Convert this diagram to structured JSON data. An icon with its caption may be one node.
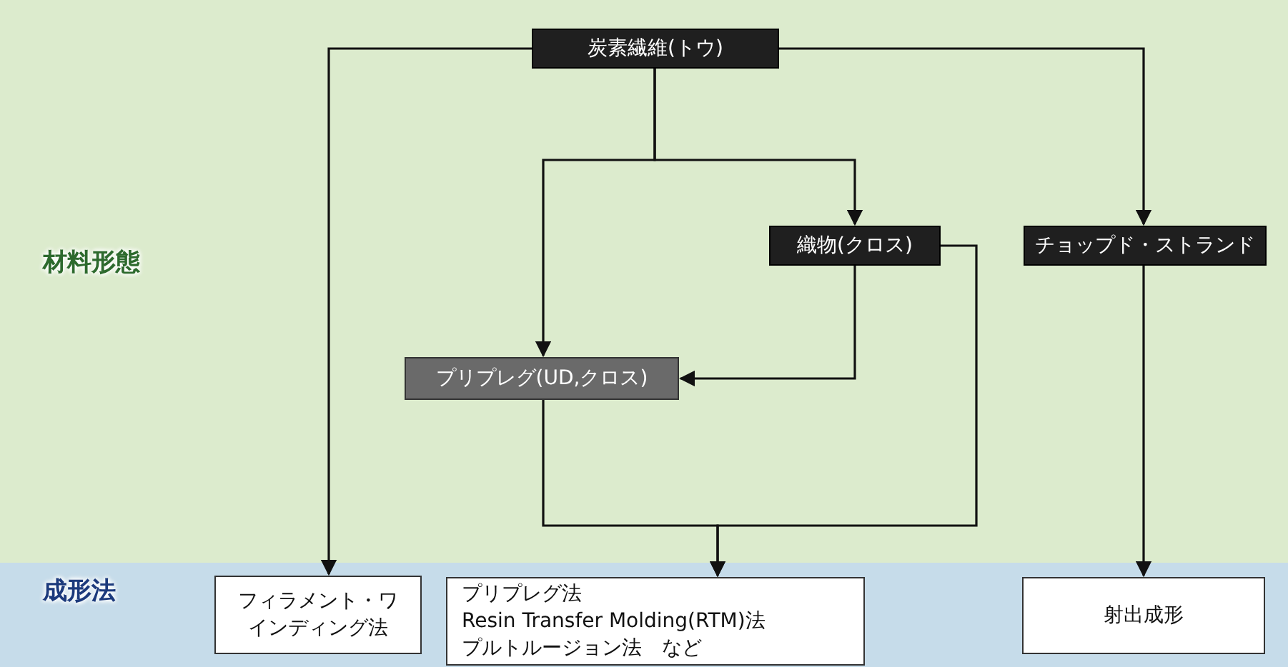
{
  "diagram": {
    "nodes": [
      {
        "text": [
          "炭素繊維(トウ)"
        ]
      },
      {
        "text": [
          "織物(クロス)"
        ]
      },
      {
        "text": [
          "チョップド・ストランド"
        ]
      },
      {
        "text": [
          "プリプレグ(UD,クロス)"
        ]
      },
      {
        "text": [
          "フィラメント・ワインディング法"
        ]
      },
      {
        "text": [
          "プリプレグ法",
          "Resin Transfer Molding(RTM)法",
          "プルトルージョン法　など"
        ]
      },
      {
        "text": [
          "射出成形"
        ]
      }
    ],
    "edges": [
      {
        "from": 0,
        "to": 4,
        "arrow": "to"
      },
      {
        "from": 0,
        "to": 2,
        "arrow": "to"
      },
      {
        "from": 0,
        "to": 3,
        "arrow": "to"
      },
      {
        "from": 0,
        "to": 1,
        "arrow": "to"
      },
      {
        "from": 1,
        "to": 3,
        "arrow": "to"
      },
      {
        "from": 3,
        "to": 5,
        "arrow": "to"
      },
      {
        "from": 1,
        "to": 5,
        "arrow": "to"
      },
      {
        "from": 2,
        "to": 6,
        "arrow": "to"
      }
    ],
    "labels": [
      "材料形態",
      "成形法"
    ]
  }
}
